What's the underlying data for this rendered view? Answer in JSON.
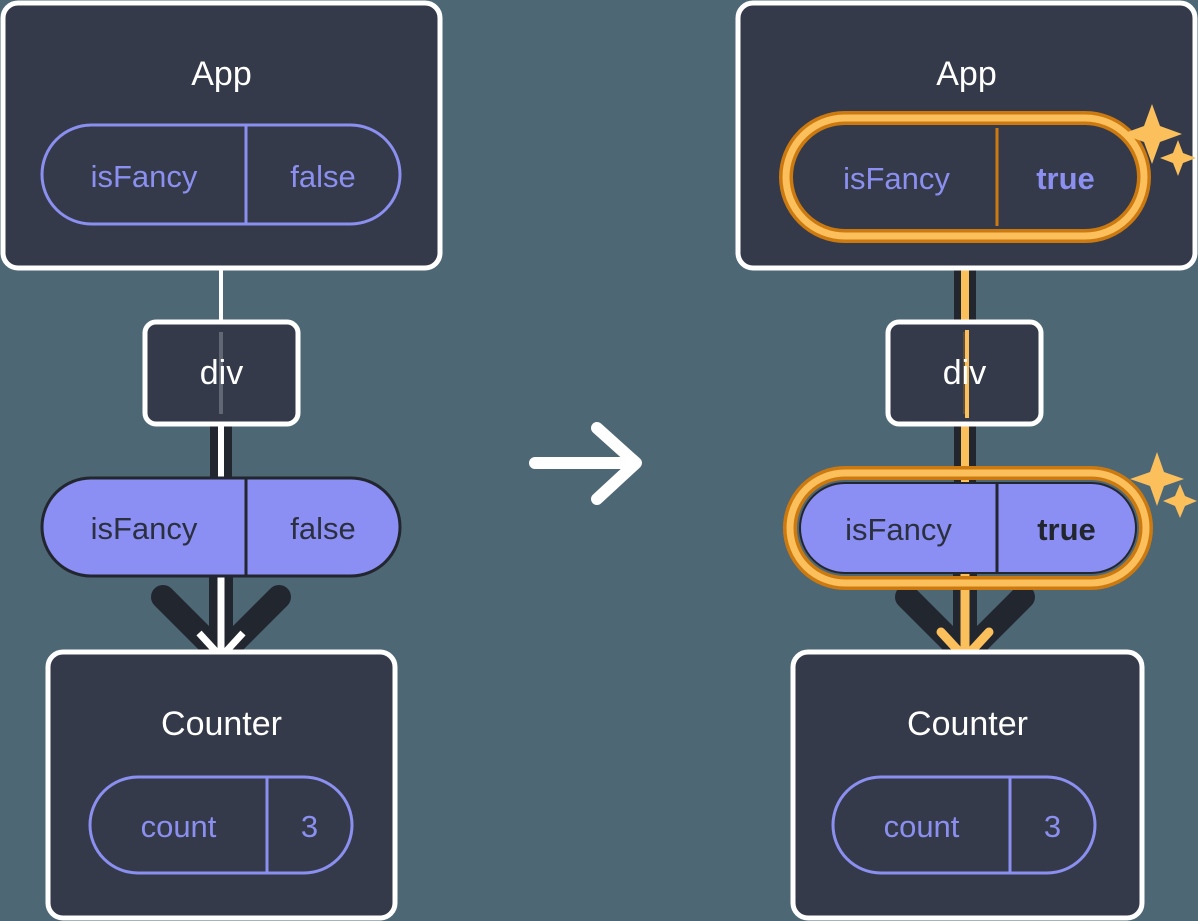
{
  "diagram": {
    "type": "react-state-propagation",
    "background_color": "#4d6775",
    "panel_colors": {
      "box_fill": "#343a4a",
      "box_stroke": "#ffffff",
      "pill_outline_stroke": "#8b8ff0",
      "pill_solid_fill": "#8b8ef2",
      "pill_solid_stroke": "#22262f",
      "highlight_outer": "#cc7a10",
      "highlight_inner": "#fbbf5c",
      "sparkle": "#fbbf5c",
      "line_dark": "#22262f",
      "line_white": "#ffffff",
      "line_orange": "#fbbf5c"
    },
    "transition_arrow": {
      "name": "right-arrow",
      "color": "#ffffff"
    },
    "panels": [
      {
        "id": "before",
        "nodes": {
          "app": {
            "title": "App",
            "pill": {
              "key": "isFancy",
              "value": "false",
              "style": "outline",
              "highlighted": false,
              "bold_value": false
            }
          },
          "div": {
            "title": "div"
          },
          "prop": {
            "key": "isFancy",
            "value": "false",
            "style": "solid",
            "highlighted": false,
            "bold_value": false
          },
          "counter": {
            "title": "Counter",
            "pill": {
              "key": "count",
              "value": "3",
              "style": "outline",
              "highlighted": false,
              "bold_value": false
            }
          }
        },
        "flow_color": "#ffffff",
        "sparkles": false
      },
      {
        "id": "after",
        "nodes": {
          "app": {
            "title": "App",
            "pill": {
              "key": "isFancy",
              "value": "true",
              "style": "outline",
              "highlighted": true,
              "bold_value": true
            }
          },
          "div": {
            "title": "div"
          },
          "prop": {
            "key": "isFancy",
            "value": "true",
            "style": "solid",
            "highlighted": true,
            "bold_value": true
          },
          "counter": {
            "title": "Counter",
            "pill": {
              "key": "count",
              "value": "3",
              "style": "outline",
              "highlighted": false,
              "bold_value": false
            }
          }
        },
        "flow_color": "#fbbf5c",
        "sparkles": true
      }
    ]
  }
}
